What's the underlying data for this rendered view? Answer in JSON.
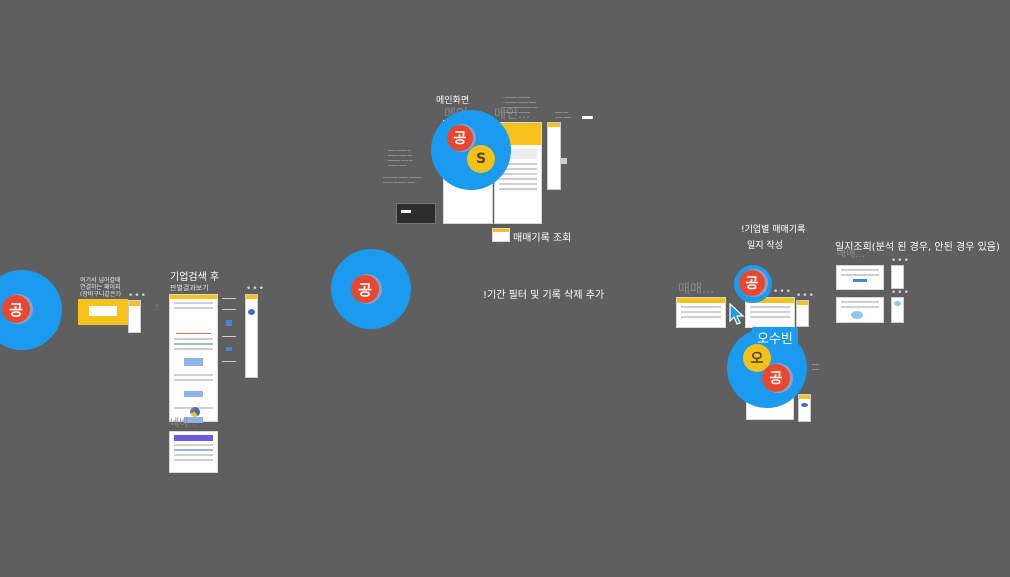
{
  "canvas": {
    "background": "#5f5f5f",
    "accent_blue": "#1a9bf0",
    "avatar_red": "#e8482f",
    "avatar_yellow": "#f2c21a",
    "frame_yellow": "#f7c21b"
  },
  "labels": {
    "main_screen": "메인화면",
    "main_ghost_1": "메인",
    "main_ghost_2": "메인...",
    "trade_record_view": "매매기록 조회",
    "period_filter": "!기간 필터 및 기록 삭제 추가",
    "company_search_after": "기업검색 후",
    "company_search_sub": "판별결과보기",
    "from_here_note": "여기서 넘어갈때\n연결하는 페이지\n(장바구니같은?)",
    "company_trade_record": "!기업별 매매기록",
    "journal_write": "일지 작성",
    "journal_view": "일지조회(분석 된 경우, 안된 경우 있음)",
    "trade_ghost": "매매...",
    "journal_ghost": "매매..."
  },
  "collaborators": {
    "user_gong": "공",
    "user_s": "S",
    "user_o": "오",
    "cursor_name": "오수빈"
  },
  "icons": {
    "cursor": "pointer-cursor-icon",
    "more": "more-dots-icon"
  },
  "frame_more": "•••"
}
